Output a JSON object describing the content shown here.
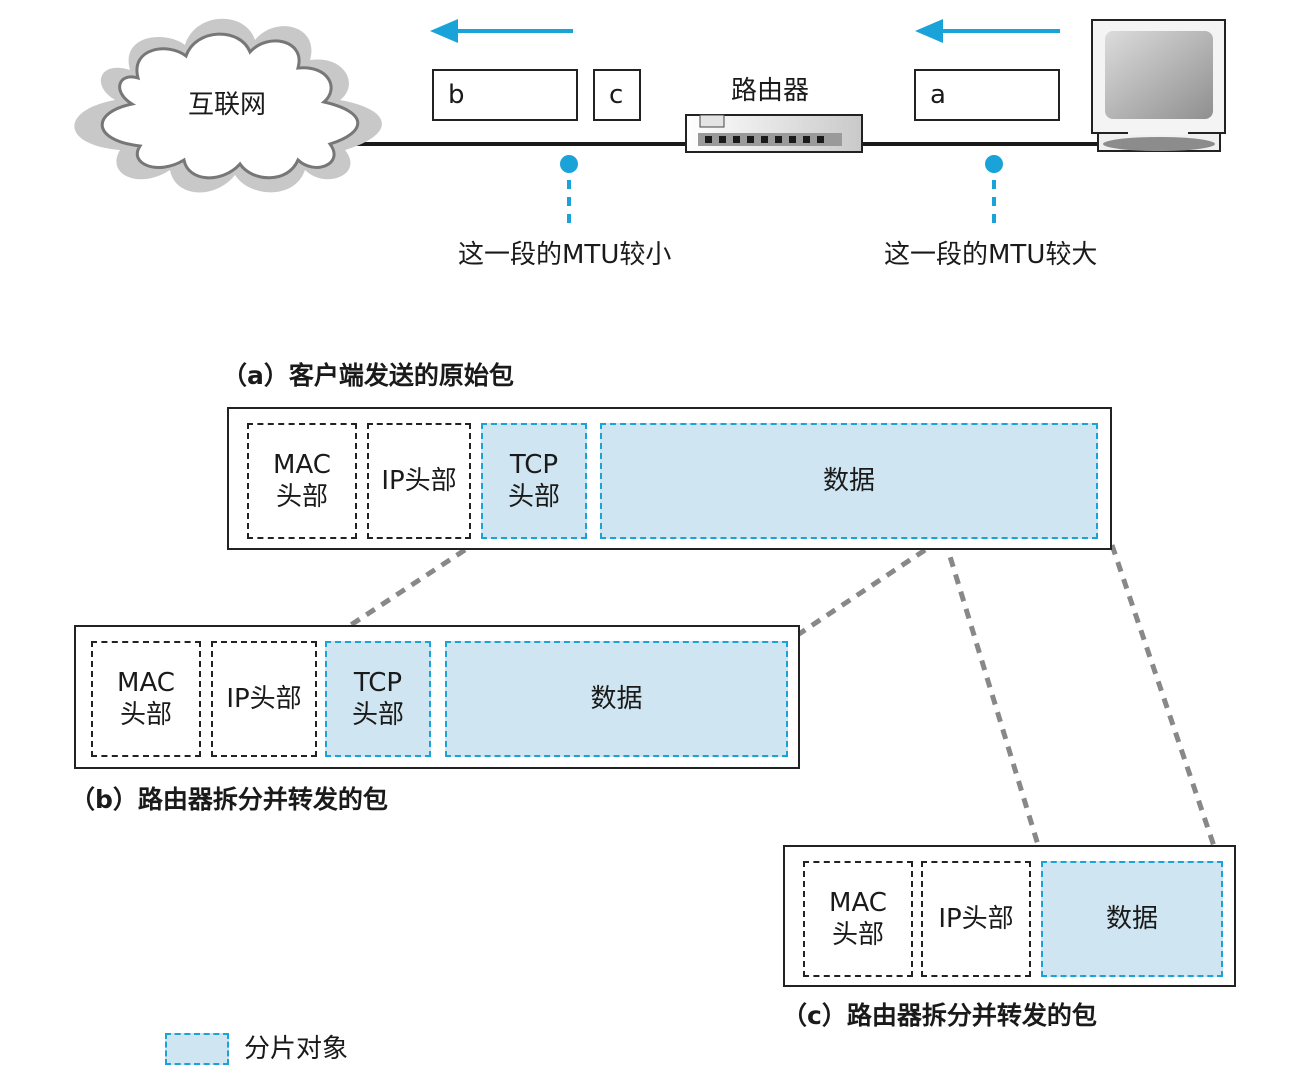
{
  "colors": {
    "accent": "#1aa3d9",
    "fragment_fill": "#cfe5f1",
    "line": "#1a1a1a",
    "connector": "#888888",
    "cloud_outer": "#c8c8c8",
    "cloud_stroke": "#777777"
  },
  "topology": {
    "internet_label": "互联网",
    "router_label": "路由器",
    "packet_b": "b",
    "packet_c": "c",
    "packet_a": "a",
    "left_segment_note": "这一段的MTU较小",
    "right_segment_note": "这一段的MTU较大"
  },
  "packet_a": {
    "caption": "（a）客户端发送的原始包",
    "segments": {
      "mac": "MAC\n头部",
      "ip": "IP头部",
      "tcp": "TCP\n头部",
      "data": "数据"
    }
  },
  "packet_b": {
    "caption": "（b）路由器拆分并转发的包",
    "segments": {
      "mac": "MAC\n头部",
      "ip": "IP头部",
      "tcp": "TCP\n头部",
      "data": "数据"
    }
  },
  "packet_c": {
    "caption": "（c）路由器拆分并转发的包",
    "segments": {
      "mac": "MAC\n头部",
      "ip": "IP头部",
      "data": "数据"
    }
  },
  "legend": {
    "fragment_label": "分片对象"
  }
}
